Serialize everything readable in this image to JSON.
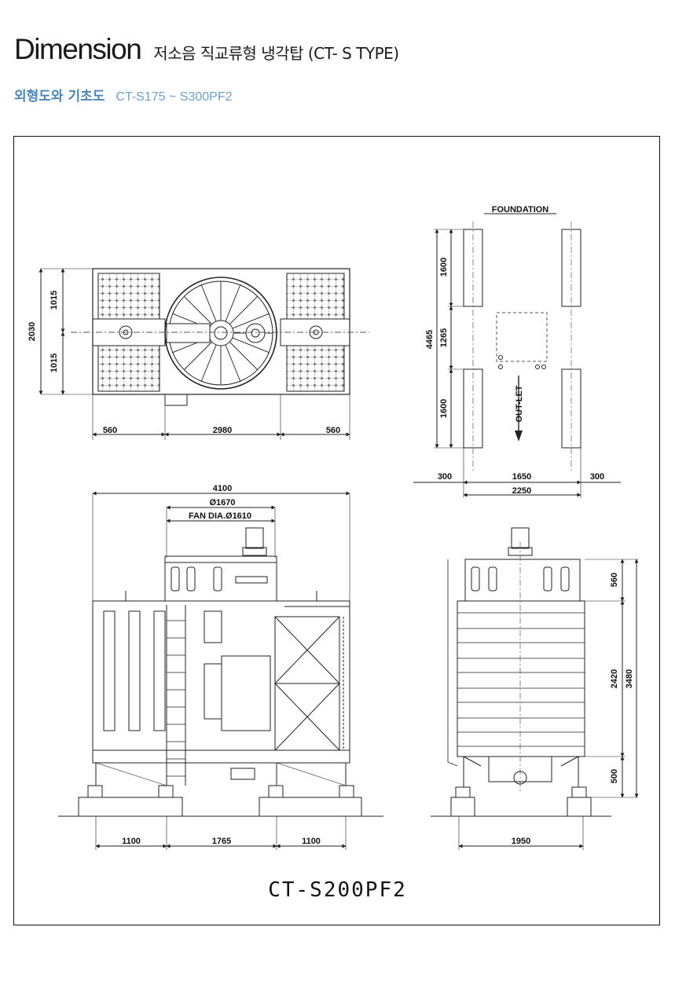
{
  "header": {
    "title": "Dimension",
    "subtitle": "저소음 직교류형 냉각탑 (CT- S TYPE)"
  },
  "section": {
    "label": "외형도와 기초도",
    "range": "CT-S175 ~ S300PF2"
  },
  "top_view": {
    "dims_vertical": [
      "2030",
      "1015",
      "1015"
    ],
    "dims_horizontal": [
      "560",
      "2980",
      "560"
    ]
  },
  "foundation": {
    "title": "FOUNDATION",
    "dims_vertical": [
      "4465",
      "1600",
      "1265",
      "1600"
    ],
    "dims_horizontal": [
      "300",
      "1650",
      "300",
      "2250"
    ],
    "outlet_label": "OUT-LET"
  },
  "front_view": {
    "overall_width": "4100",
    "casing_dia": "Ø1670",
    "fan_dia": "FAN DIA.Ø1610",
    "dims_bottom": [
      "1100",
      "1765",
      "1100"
    ]
  },
  "side_view": {
    "dims_right": [
      "560",
      "2420",
      "3480",
      "500"
    ],
    "dims_bottom": [
      "1950"
    ]
  },
  "model": "CT-S200PF2"
}
